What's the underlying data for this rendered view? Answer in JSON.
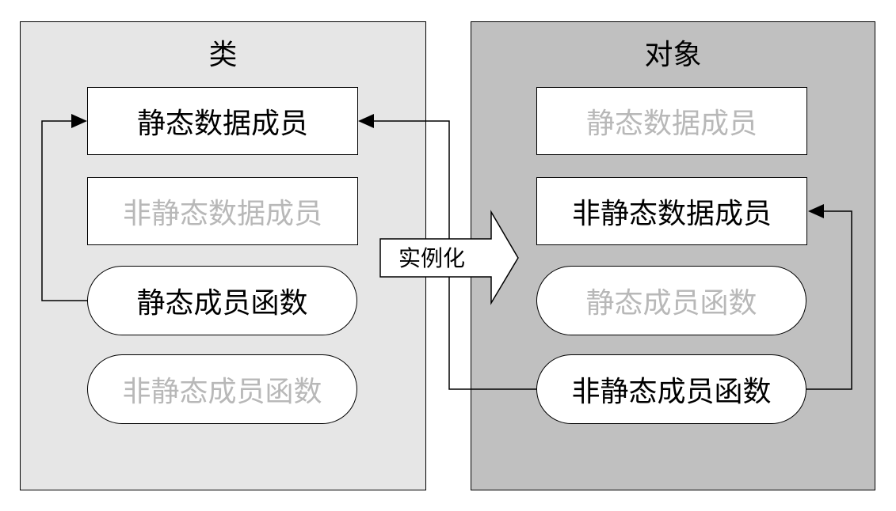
{
  "class_panel": {
    "title": "类",
    "items": [
      {
        "label": "静态数据成员"
      },
      {
        "label": "非静态数据成员"
      },
      {
        "label": "静态成员函数"
      },
      {
        "label": "非静态成员函数"
      }
    ]
  },
  "object_panel": {
    "title": "对象",
    "items": [
      {
        "label": "静态数据成员"
      },
      {
        "label": "非静态数据成员"
      },
      {
        "label": "静态成员函数"
      },
      {
        "label": "非静态成员函数"
      }
    ]
  },
  "instantiate_arrow": {
    "label": "实例化"
  },
  "colors": {
    "class_panel_bg": "#e6e6e6",
    "object_panel_bg": "#c0c0c0",
    "active_text": "#000000",
    "dim_text": "#b8b8b8"
  }
}
